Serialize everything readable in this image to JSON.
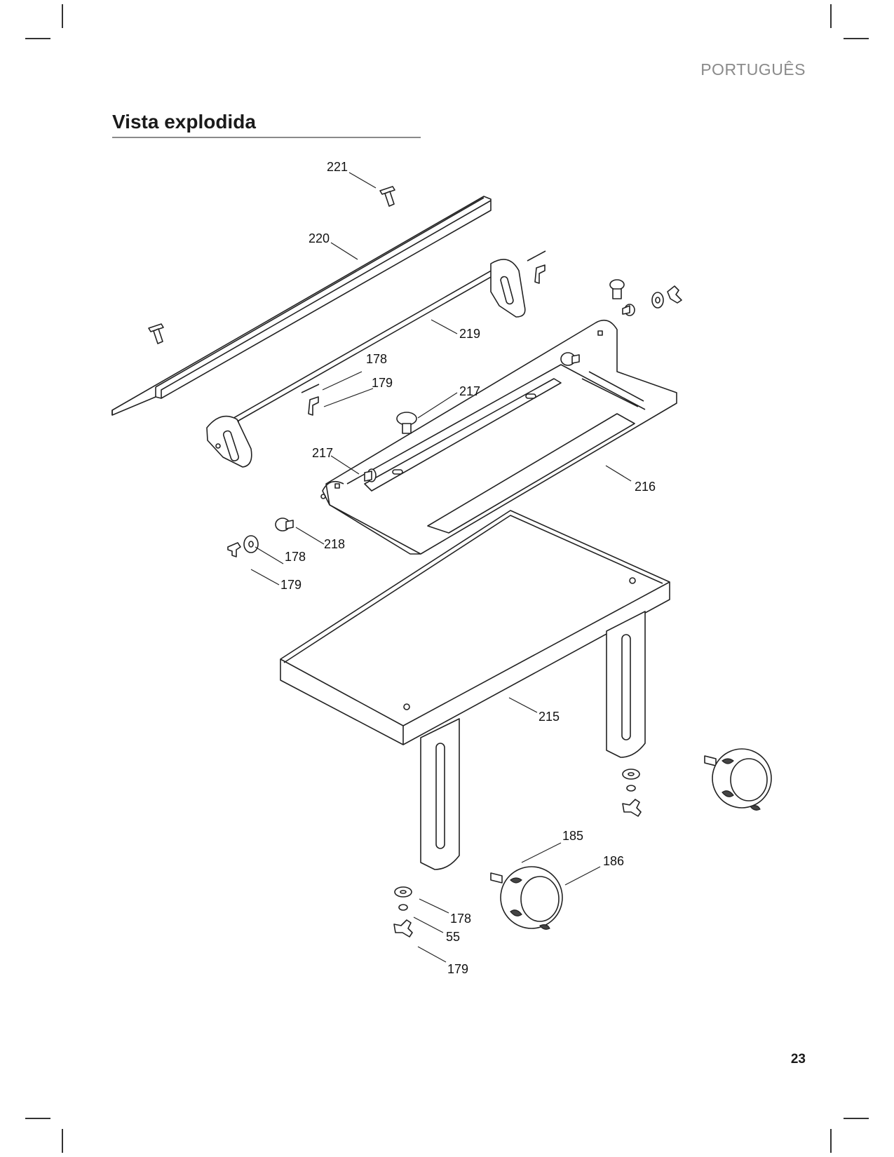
{
  "header": {
    "language": "PORTUGUÊS"
  },
  "section": {
    "title": "Vista explodida"
  },
  "footer": {
    "page_number": "23"
  },
  "callouts": {
    "c221": "221",
    "c220": "220",
    "c219": "219",
    "c178a": "178",
    "c179a": "179",
    "c217a": "217",
    "c217b": "217",
    "c216": "216",
    "c218": "218",
    "c178b": "178",
    "c179b": "179",
    "c215": "215",
    "c185": "185",
    "c186": "186",
    "c178c": "178",
    "c55": "55",
    "c179c": "179"
  }
}
